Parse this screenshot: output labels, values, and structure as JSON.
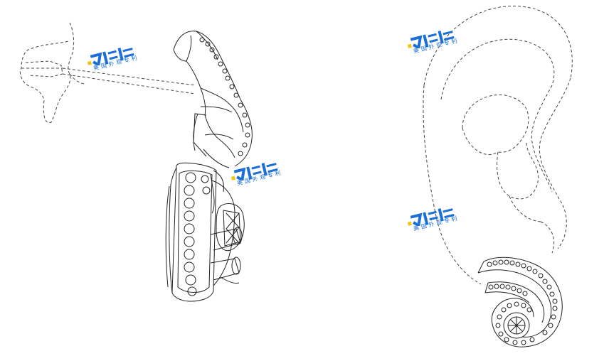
{
  "colors": {
    "line": "#222222",
    "dash": "#444444",
    "watermark_blue": "#1c6fd8",
    "watermark_yellow": "#f3c416"
  },
  "watermarks": [
    {
      "text": "美国外观专利",
      "mark": "logo-mark"
    },
    {
      "text": "美国外观专利",
      "mark": "logo-mark"
    },
    {
      "text": "美国外观专利",
      "mark": "logo-mark"
    },
    {
      "text": "美国外观专利",
      "mark": "logo-mark"
    }
  ]
}
